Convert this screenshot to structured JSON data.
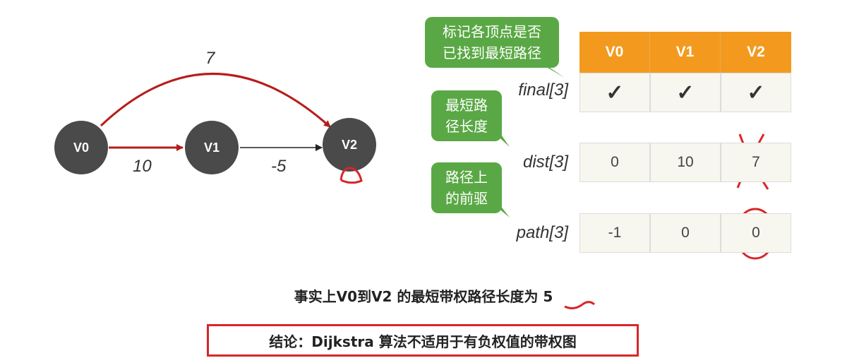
{
  "graph": {
    "nodes": [
      {
        "id": "v0",
        "label": "V0"
      },
      {
        "id": "v1",
        "label": "V1"
      },
      {
        "id": "v2",
        "label": "V2"
      }
    ],
    "edges": [
      {
        "from": "V0",
        "to": "V1",
        "weight": "10",
        "color": "#b71c1c"
      },
      {
        "from": "V1",
        "to": "V2",
        "weight": "-5",
        "color": "#222222"
      },
      {
        "from": "V0",
        "to": "V2",
        "weight": "7",
        "color": "#b71c1c"
      }
    ]
  },
  "callouts": {
    "final_note": "标记各顶点是否\n已找到最短路径",
    "dist_note": "最短路\n径长度",
    "path_note": "路径上\n的前驱"
  },
  "table": {
    "headers": [
      "V0",
      "V1",
      "V2"
    ],
    "rows": [
      {
        "label": "final[3]",
        "values": [
          "✓",
          "✓",
          "✓"
        ]
      },
      {
        "label": "dist[3]",
        "values": [
          "0",
          "10",
          "7"
        ]
      },
      {
        "label": "path[3]",
        "values": [
          "-1",
          "0",
          "0"
        ]
      }
    ]
  },
  "statement": {
    "before": "事实上V0到V2 的最短带权路径长度",
    "marked": "为",
    "value": "5"
  },
  "conclusion": "结论：Dijkstra 算法不适用于有负权值的带权图",
  "colors": {
    "header_orange": "#f39a1e",
    "callout_green": "#5aa845",
    "annotation_red": "#d8262a",
    "node_gray": "#4a4a4a"
  }
}
